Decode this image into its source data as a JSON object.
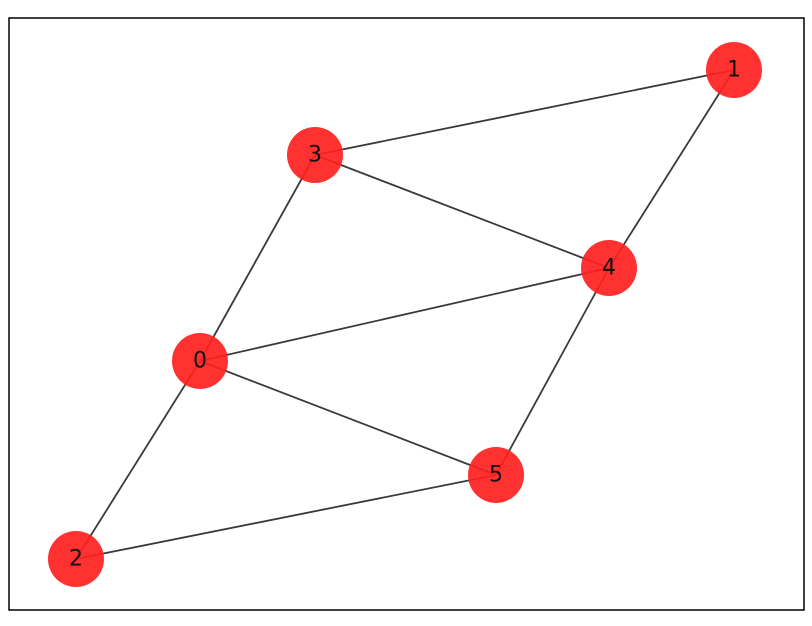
{
  "graph": {
    "node_color": "#ff2020",
    "edge_color": "#3a3a3a",
    "label_color": "#111111",
    "nodes": [
      {
        "id": "0",
        "label": "0"
      },
      {
        "id": "1",
        "label": "1"
      },
      {
        "id": "2",
        "label": "2"
      },
      {
        "id": "3",
        "label": "3"
      },
      {
        "id": "4",
        "label": "4"
      },
      {
        "id": "5",
        "label": "5"
      }
    ],
    "edges": [
      [
        "0",
        "2"
      ],
      [
        "0",
        "3"
      ],
      [
        "0",
        "4"
      ],
      [
        "0",
        "5"
      ],
      [
        "1",
        "3"
      ],
      [
        "1",
        "4"
      ],
      [
        "2",
        "5"
      ],
      [
        "3",
        "4"
      ],
      [
        "4",
        "5"
      ]
    ]
  }
}
